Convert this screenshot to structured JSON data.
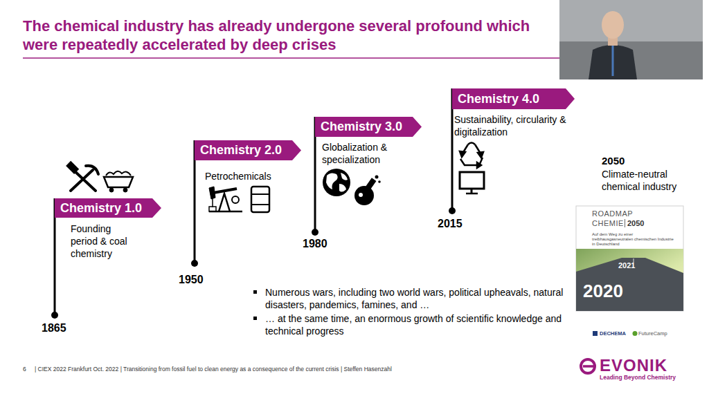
{
  "diagram": {
    "title": "The chemical industry has already undergone several profound which were repeatedly accelerated by deep crises",
    "nodes": [
      {
        "text": [
          "Chemistry 1.0"
        ]
      },
      {
        "text": [
          "Chemistry 2.0"
        ]
      },
      {
        "text": [
          "Chemistry 3.0"
        ]
      },
      {
        "text": [
          "Chemistry 4.0"
        ]
      }
    ],
    "labels": [
      "Founding period & coal chemistry",
      "Petrochemicals",
      "Globalization & specialization",
      "Sustainability, circularity & digitalization",
      "1865",
      "1950",
      "1980",
      "2015",
      "2050",
      "Climate-neutral chemical industry",
      "Numerous wars, including two world wars, political upheavals, natural disasters, pandemics, famines, and …",
      "… at the same time, an enormous growth of scientific knowledge and technical progress",
      "6",
      "| CIEX 2022 Frankfurt Oct. 2022 | Transitioning from fossil fuel to clean energy as a consequence of the current crisis | Steffen Hasenzahl",
      "ROADMAP",
      "CHEMIE",
      "2050",
      "Auf dem Weg zu einer treibhausgasneutralen chemischen Industrie in Deutschland",
      "2021",
      "2020",
      "DECHEMA",
      "FutureCamp",
      "EVONIK",
      "Leading Beyond Chemistry"
    ]
  }
}
